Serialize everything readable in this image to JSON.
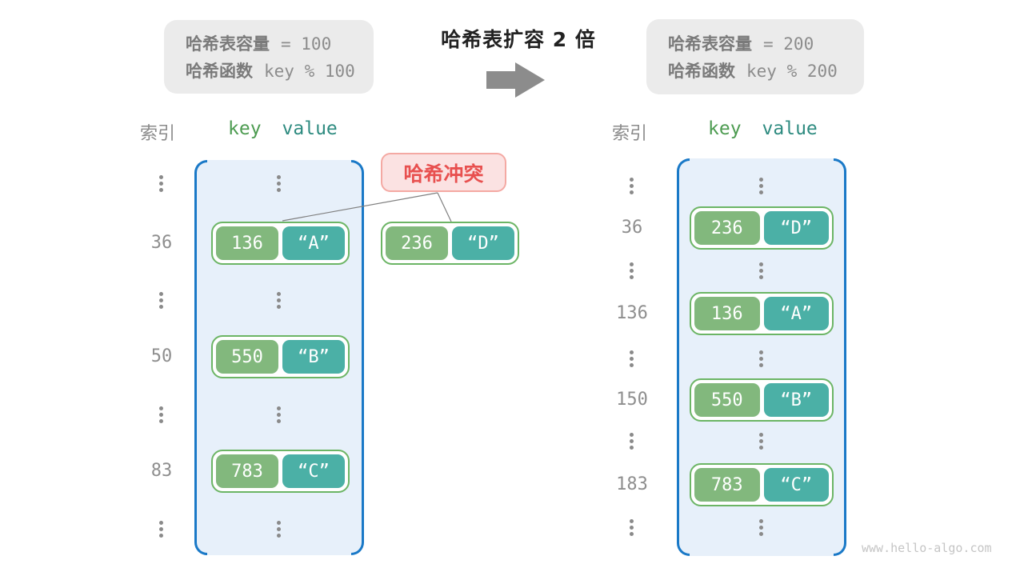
{
  "title": "哈希表扩容 2 倍",
  "before_box": {
    "line1_label": "哈希表容量",
    "line1_value": "= 100",
    "line2_label": "哈希函数",
    "line2_value": "key % 100"
  },
  "after_box": {
    "line1_label": "哈希表容量",
    "line1_value": "= 200",
    "line2_label": "哈希函数",
    "line2_value": "key % 200"
  },
  "left_table": {
    "index_header": "索引",
    "key_header": "key",
    "value_header": "value",
    "rows": [
      {
        "index": "36",
        "key": "136",
        "value": "“A”"
      },
      {
        "index": "50",
        "key": "550",
        "value": "“B”"
      },
      {
        "index": "83",
        "key": "783",
        "value": "“C”"
      }
    ]
  },
  "right_table": {
    "index_header": "索引",
    "key_header": "key",
    "value_header": "value",
    "rows": [
      {
        "index": "36",
        "key": "236",
        "value": "“D”"
      },
      {
        "index": "136",
        "key": "136",
        "value": "“A”"
      },
      {
        "index": "150",
        "key": "550",
        "value": "“B”"
      },
      {
        "index": "183",
        "key": "783",
        "value": "“C”"
      }
    ]
  },
  "collision": {
    "label": "哈希冲突",
    "pair": {
      "key": "236",
      "value": "“D”"
    }
  },
  "icons": {
    "arrow": "right-arrow-icon",
    "dots": "vertical-ellipsis"
  },
  "colors": {
    "key_fill": "#82B87D",
    "value_fill": "#4BB0A6",
    "pair_border": "#6CB565",
    "container_fill": "#E7F0FA",
    "bracket_blue": "#1A79C7",
    "collision_text": "#E8504F",
    "collision_bg": "#FBE2E2",
    "infobox_bg": "#EBEBEB",
    "gray_text": "#8A8A8A",
    "key_header_text": "#4C9B50",
    "value_header_text": "#2E8B80"
  },
  "watermark": "www.hello-algo.com"
}
